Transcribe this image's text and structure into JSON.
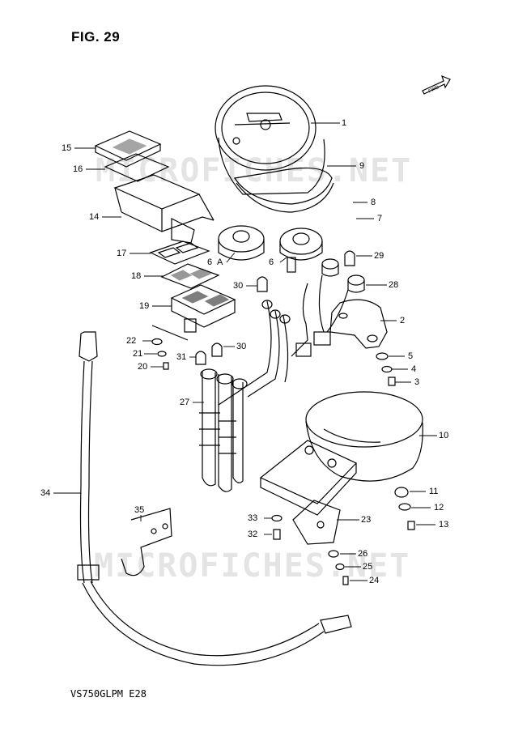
{
  "figure": {
    "title": "FIG. 29",
    "model_code": "VS750GLPM E28"
  },
  "watermarks": [
    "MICROFICHES.NET",
    "MICROFICHES.NET"
  ],
  "direction_marker": "FWD",
  "callouts": {
    "c1": "1",
    "c2": "2",
    "c3": "3",
    "c4": "4",
    "c5": "5",
    "c6a": "6",
    "c6b": "6",
    "cA": "A",
    "c7": "7",
    "c8": "8",
    "c9": "9",
    "c10": "10",
    "c11": "11",
    "c12": "12",
    "c13": "13",
    "c14": "14",
    "c15": "15",
    "c16": "16",
    "c17": "17",
    "c18": "18",
    "c19": "19",
    "c20": "20",
    "c21": "21",
    "c22": "22",
    "c23": "23",
    "c24": "24",
    "c25": "25",
    "c26": "26",
    "c27": "27",
    "c28": "28",
    "c29": "29",
    "c30a": "30",
    "c30b": "30",
    "c31": "31",
    "c32": "32",
    "c33": "33",
    "c34": "34",
    "c35": "35"
  }
}
